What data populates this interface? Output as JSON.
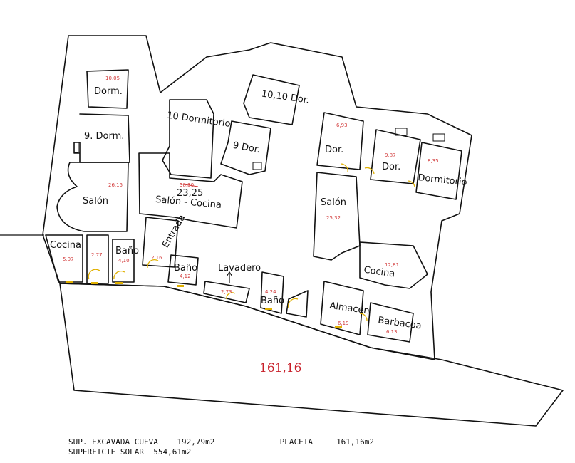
{
  "rooms": {
    "dorm_top_left": {
      "label": "Dorm.",
      "area": "10,05"
    },
    "dorm_left_mid": {
      "label": "9. Dorm.",
      "area": ""
    },
    "salon_left": {
      "label": "Salón",
      "area": "26,15"
    },
    "cocina_left": {
      "label": "Cocina",
      "area": "5,07"
    },
    "passage_left": {
      "label": "",
      "area": "2,77"
    },
    "bano_left": {
      "label": "Baño",
      "area": "4,10"
    },
    "entrada": {
      "label": "Entrada",
      "area": "2,16"
    },
    "dormitorio_center": {
      "label": "10 Dormitorio",
      "area": ""
    },
    "salon_cocina": {
      "label": "Salón - Cocina",
      "area": "23,25",
      "area_struck": "38,30"
    },
    "dor_center_9": {
      "label": "9 Dor.",
      "area": ""
    },
    "dor_center_10": {
      "label": "10,10 Dor.",
      "area": ""
    },
    "bano_center": {
      "label": "Baño",
      "area": "4,12"
    },
    "lavadero": {
      "label": "Lavadero",
      "area": "2,73"
    },
    "bano_right": {
      "label": "Baño",
      "area": "4,24"
    },
    "dor_right_small": {
      "label": "Dor.",
      "area": "6,93"
    },
    "dor_right": {
      "label": "Dor.",
      "area": "9,87"
    },
    "dormitorio_right": {
      "label": "Dormitorio",
      "area": "8,35"
    },
    "salon_right": {
      "label": "Salón",
      "area": "25,32"
    },
    "cocina_right": {
      "label": "Cocina",
      "area": "12,81"
    },
    "almacen": {
      "label": "Almacen",
      "area": "6,19"
    },
    "barbacoa": {
      "label": "Barbacoa",
      "area": "6,13"
    }
  },
  "placeta_area": "161,16",
  "footer": {
    "line1_label": "SUP. EXCAVADA CUEVA",
    "line1_value": "192,79m2",
    "line1_label2": "PLACETA",
    "line1_value2": "161,16m2",
    "line2_label": "SUPERFICIE SOLAR",
    "line2_value": "554,61m2"
  },
  "colors": {
    "wall": "#111111",
    "area": "#d23a3a",
    "door": "#e0b000",
    "placeta": "#c8202a"
  }
}
